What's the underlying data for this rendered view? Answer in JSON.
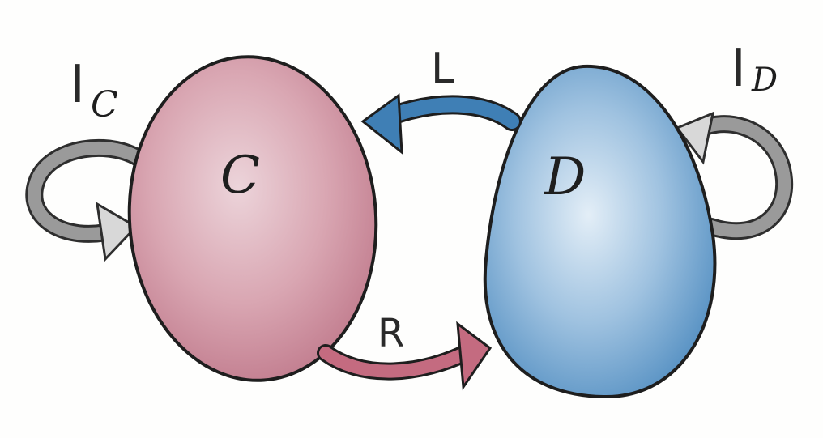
{
  "diagram": {
    "nodes": [
      {
        "id": "C",
        "label": "C",
        "color": "#c98a9b"
      },
      {
        "id": "D",
        "label": "D",
        "color": "#6fa3cf"
      }
    ],
    "edges": [
      {
        "id": "L",
        "label": "L",
        "from": "D",
        "to": "C",
        "color": "#3f7fb5"
      },
      {
        "id": "R",
        "label": "R",
        "from": "C",
        "to": "D",
        "color": "#c46b80"
      },
      {
        "id": "IC",
        "label": "I",
        "sub": "C",
        "from": "C",
        "to": "C",
        "color": "#8a8a8a"
      },
      {
        "id": "ID",
        "label": "I",
        "sub": "D",
        "from": "D",
        "to": "D",
        "color": "#8a8a8a"
      }
    ]
  }
}
